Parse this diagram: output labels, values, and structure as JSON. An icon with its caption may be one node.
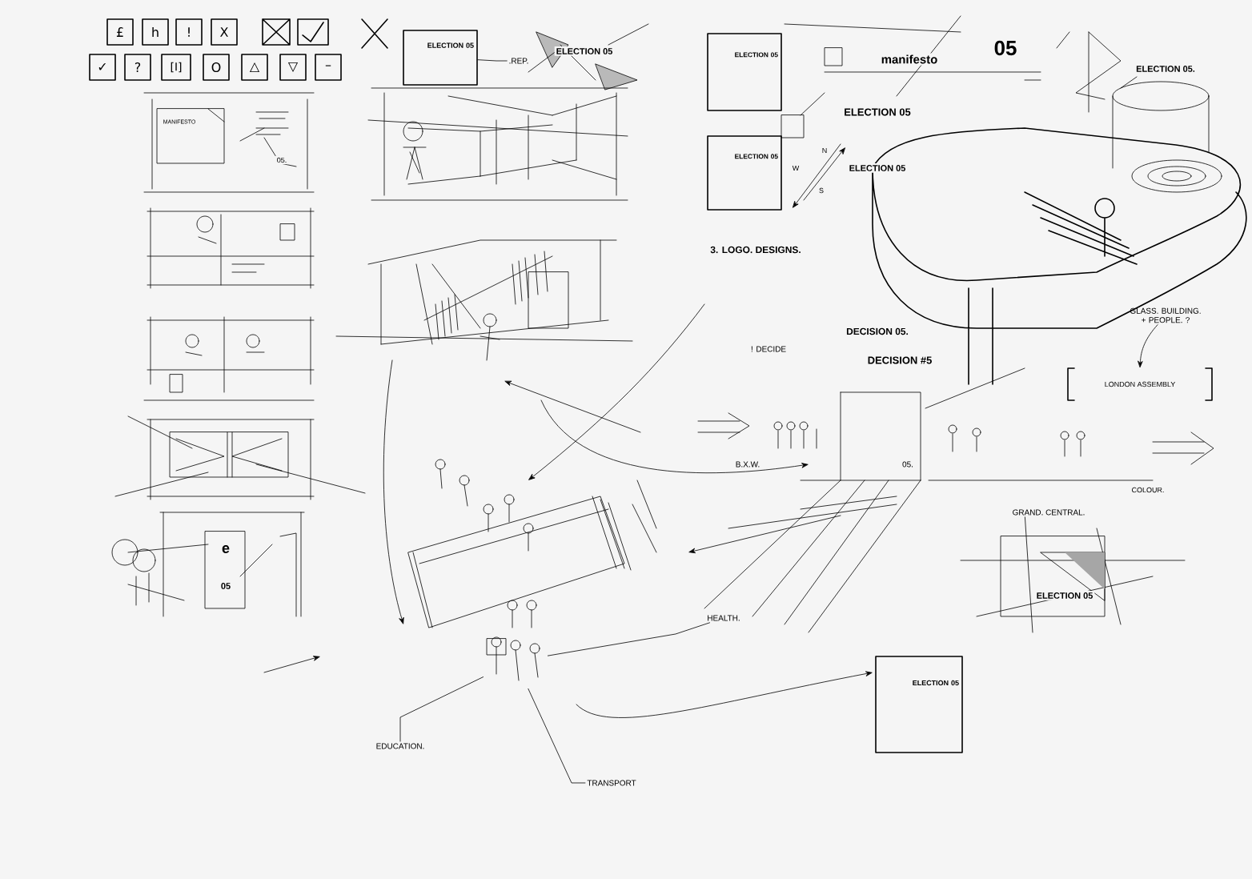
{
  "diagram": {
    "nodes": [
      {
        "text": [
          "£"
        ]
      },
      {
        "text": [
          "h"
        ]
      },
      {
        "text": [
          "!"
        ]
      },
      {
        "text": [
          "X"
        ]
      },
      {
        "text": [
          "✓"
        ]
      },
      {
        "text": [
          "?"
        ]
      },
      {
        "text": [
          "[I]"
        ]
      },
      {
        "text": [
          "O"
        ]
      },
      {
        "text": [
          "△"
        ]
      },
      {
        "text": [
          "▽"
        ]
      },
      {
        "text": [
          "–"
        ]
      },
      {
        "text": [
          "ELECTION 05"
        ]
      },
      {
        "text": [
          ".REP."
        ]
      },
      {
        "text": [
          "ELECTION 05"
        ]
      },
      {
        "text": [
          "ELECTION 05"
        ]
      },
      {
        "text": [
          "ELECTION 05"
        ]
      },
      {
        "text": [],
        "shape": "person"
      },
      {
        "text": [
          "EDUCATION."
        ]
      },
      {
        "text": [
          "HEALTH."
        ]
      },
      {
        "text": [
          "TRANSPORT"
        ]
      },
      {
        "text": [
          "GLASS. BUILDING. + PEOPLE. ?"
        ]
      },
      {
        "text": [
          "LONDON ASSEMBLY"
        ]
      }
    ],
    "edges": [
      {
        "from": 12,
        "to": 11,
        "arrow": "none"
      },
      {
        "from": 17,
        "to": 16,
        "arrow": "none"
      },
      {
        "from": 18,
        "to": 16,
        "arrow": "none"
      },
      {
        "from": 19,
        "to": 16,
        "arrow": "none"
      },
      {
        "from": 20,
        "to": 21,
        "arrow": "to"
      }
    ],
    "labels": [
      "ELECTION 05",
      "manifesto",
      "05",
      "ELECTION 05.",
      "ELECTION 05",
      "MANIFESTO",
      "N",
      "W",
      "S",
      "ELECTION 05",
      "05.",
      "3. LOGO. DESIGNS.",
      "DECISION 05.",
      "! DECIDE",
      "DECISION #5",
      "B.X.W.",
      "05.",
      "COLOUR.",
      "GRAND. CENTRAL.",
      "ELECTION 05",
      "e",
      "05"
    ]
  }
}
